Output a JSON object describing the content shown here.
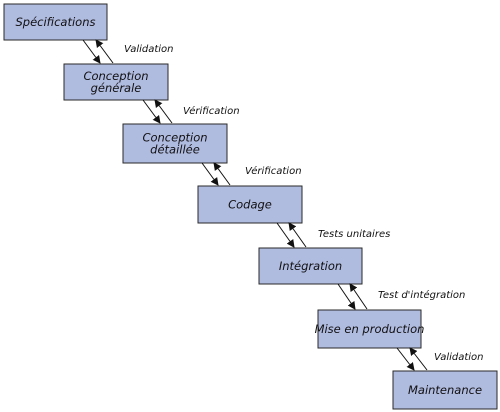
{
  "phases": [
    {
      "id": "specifications",
      "lines": [
        "Spécifications"
      ]
    },
    {
      "id": "conception-generale",
      "lines": [
        "Conception",
        "générale"
      ]
    },
    {
      "id": "conception-detaillee",
      "lines": [
        "Conception",
        "détaillée"
      ]
    },
    {
      "id": "codage",
      "lines": [
        "Codage"
      ]
    },
    {
      "id": "integration",
      "lines": [
        "Intégration"
      ]
    },
    {
      "id": "mise-en-production",
      "lines": [
        "Mise en production"
      ]
    },
    {
      "id": "maintenance",
      "lines": [
        "Maintenance"
      ]
    }
  ],
  "transitions": [
    {
      "label": "Validation"
    },
    {
      "label": "Vérification"
    },
    {
      "label": "Vérification"
    },
    {
      "label": "Tests unitaires"
    },
    {
      "label": "Test d'intégration"
    },
    {
      "label": "Validation"
    }
  ]
}
